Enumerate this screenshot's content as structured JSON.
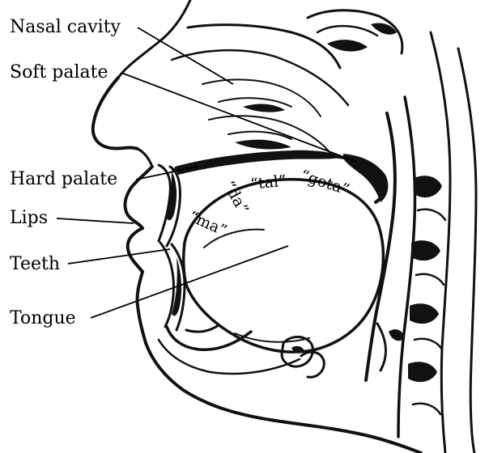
{
  "labels": {
    "nasal_cavity": "Nasal cavity",
    "soft_palate": "Soft palate",
    "hard_palate": "Hard palate",
    "lips": "Lips",
    "teeth": "Teeth",
    "tongue": "Tongue"
  },
  "syllables": {
    "ma": "“ma”",
    "da": "“da”",
    "tal": "“tal”",
    "gota": "“gota”"
  },
  "colors": {
    "ink": "#111111",
    "background": "#ffffff"
  }
}
